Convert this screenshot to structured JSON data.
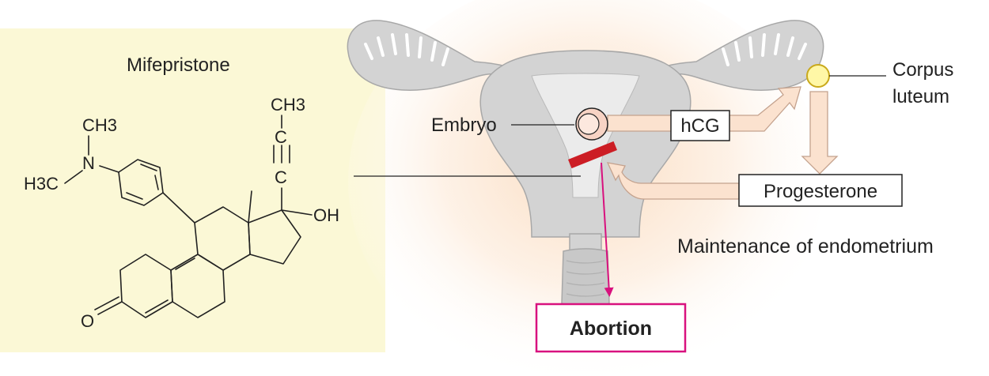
{
  "drug": {
    "name": "Mifepristone",
    "atoms": {
      "ch3_top": "CH3",
      "c1": "C",
      "c2": "C",
      "oh": "OH",
      "n": "N",
      "ch3_n": "CH3",
      "h3c": "H3C",
      "o": "O"
    }
  },
  "labels": {
    "embryo": "Embryo",
    "hcg": "hCG",
    "corpus_luteum_line1": "Corpus",
    "corpus_luteum_line2": "luteum",
    "progesterone": "Progesterone",
    "maintenance": "Maintenance of endometrium",
    "abortion": "Abortion"
  },
  "colors": {
    "panel_background": "#fbf8d6",
    "uterus": "#d3d3d3",
    "uterus_outline": "#a8a8a8",
    "arrow_fill": "#fbe2cf",
    "arrow_outline": "#c4a28e",
    "receptor_block": "#cc1d24",
    "abortion_accent": "#d8117e",
    "corpus_luteum": "#fff7a6"
  }
}
